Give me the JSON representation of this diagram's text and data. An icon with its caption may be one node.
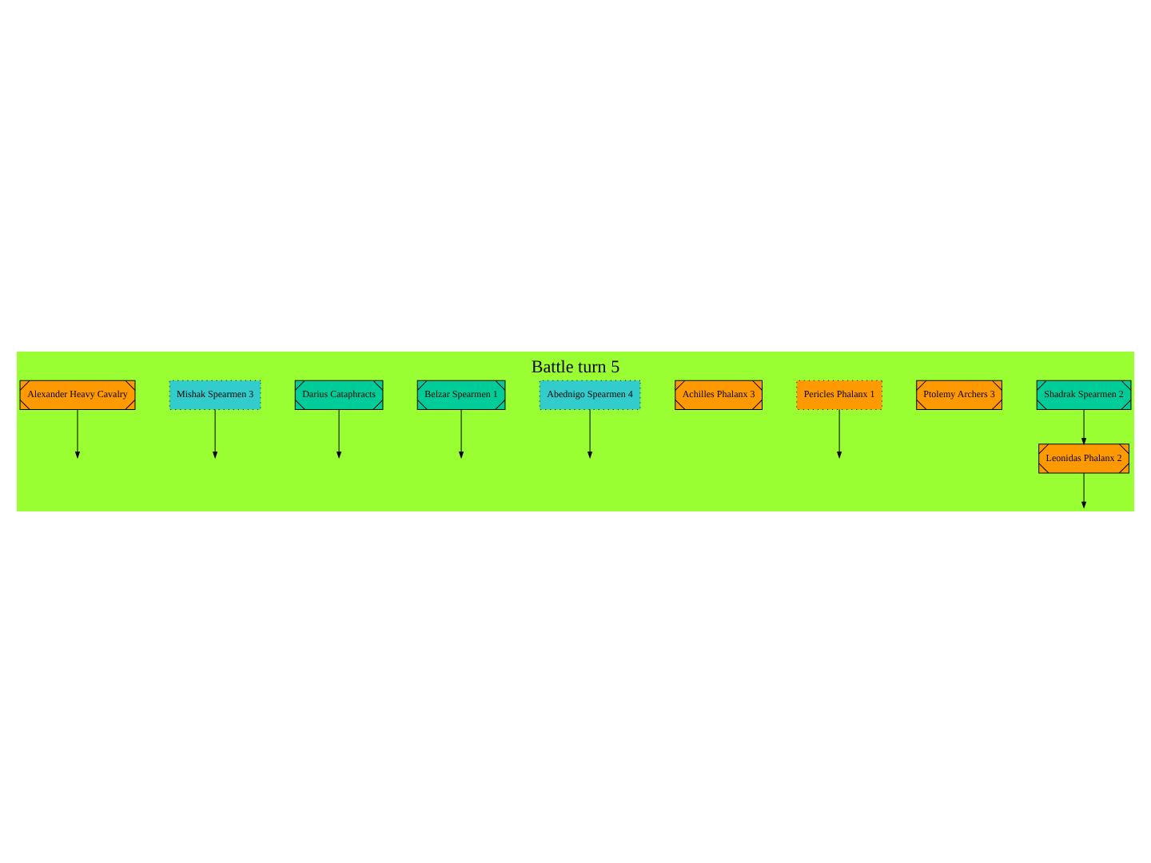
{
  "diagram": {
    "title": "Battle turn 5",
    "nodes": [
      {
        "text": [
          "Alexander Heavy Cavalry"
        ]
      },
      {
        "text": [
          "Mishak Spearmen 3"
        ]
      },
      {
        "text": [
          "Darius Cataphracts"
        ]
      },
      {
        "text": [
          "Belzar Spearmen 1"
        ]
      },
      {
        "text": [
          "Abednigo Spearmen 4"
        ]
      },
      {
        "text": [
          "Achilles Phalanx 3"
        ]
      },
      {
        "text": [
          "Pericles Phalanx 1"
        ]
      },
      {
        "text": [
          "Ptolemy Archers 3"
        ]
      },
      {
        "text": [
          "Shadrak Spearmen 2"
        ]
      },
      {
        "text": [
          "Leonidas Phalanx 2"
        ]
      }
    ],
    "edges": [
      {
        "from": 0,
        "to": null,
        "arrow": "to"
      },
      {
        "from": 1,
        "to": null,
        "arrow": "to"
      },
      {
        "from": 2,
        "to": null,
        "arrow": "to"
      },
      {
        "from": 3,
        "to": null,
        "arrow": "to"
      },
      {
        "from": 4,
        "to": null,
        "arrow": "to"
      },
      {
        "from": 6,
        "to": null,
        "arrow": "to"
      },
      {
        "from": 8,
        "to": 9,
        "arrow": "to"
      },
      {
        "from": 9,
        "to": null,
        "arrow": "to"
      }
    ]
  }
}
